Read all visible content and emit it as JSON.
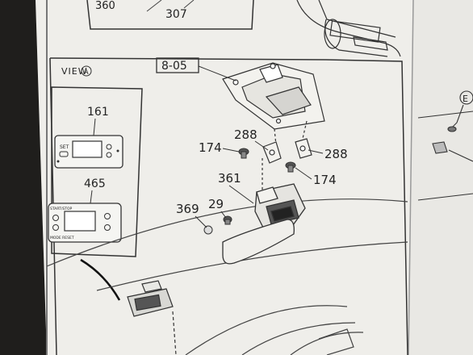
{
  "top_labels": {
    "a": "360",
    "b": "307"
  },
  "view": {
    "label": "VIEW",
    "letter": "A"
  },
  "inset": {
    "unit_top": {
      "number": "161",
      "set_text": "SET"
    },
    "unit_bottom": {
      "number": "465",
      "text_left_top": "START/STOP",
      "text_left_bottom": "MODE RESET"
    }
  },
  "main_diagram": {
    "ref": "8-05",
    "parts": {
      "p288_left": "288",
      "p288_right": "288",
      "p174_left": "174",
      "p174_right": "174",
      "p361": "361",
      "p29": "29",
      "p369": "369"
    }
  },
  "right_page": {
    "callout": "E"
  }
}
